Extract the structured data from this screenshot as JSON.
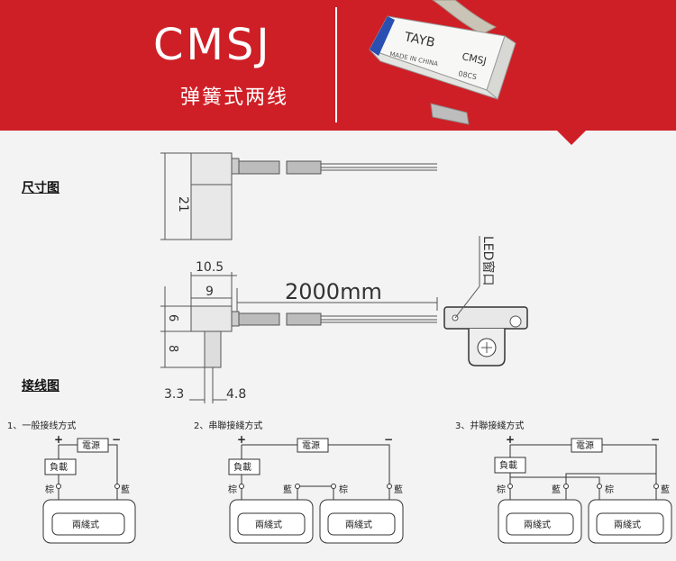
{
  "header": {
    "title": "CMSJ",
    "subtitle": "弹簧式两线",
    "product_brand": "TAYB",
    "product_model": "CMSJ",
    "product_origin": "MADE IN CHINA",
    "product_code": "08CS"
  },
  "sections": {
    "dimensions_label": "尺寸图",
    "wiring_label": "接线图"
  },
  "dimensions": {
    "height_21": "21",
    "width_10_5": "10.5",
    "width_9": "9",
    "cable_length": "2000mm",
    "height_6": "6",
    "height_8": "8",
    "bottom_3_3": "3.3",
    "bottom_4_8": "4.8",
    "led_label": "LED窗口"
  },
  "wiring": {
    "d1": {
      "title": "1、一般接线方式",
      "plus": "+",
      "minus": "−",
      "power": "電源",
      "load": "負載",
      "brown": "棕",
      "blue": "藍",
      "switch": "兩綫式"
    },
    "d2": {
      "title": "2、串聯接綫方式",
      "plus": "+",
      "minus": "−",
      "power": "電源",
      "load": "負載",
      "brown1": "棕",
      "blue1": "藍",
      "brown2": "棕",
      "blue2": "藍",
      "switch1": "兩綫式",
      "switch2": "兩綫式"
    },
    "d3": {
      "title": "3、并聯接綫方式",
      "plus": "+",
      "minus": "−",
      "power": "電源",
      "load": "負載",
      "brown1": "棕",
      "blue1": "藍",
      "brown2": "棕",
      "blue2": "藍",
      "switch1": "兩綫式",
      "switch2": "兩綫式"
    }
  }
}
